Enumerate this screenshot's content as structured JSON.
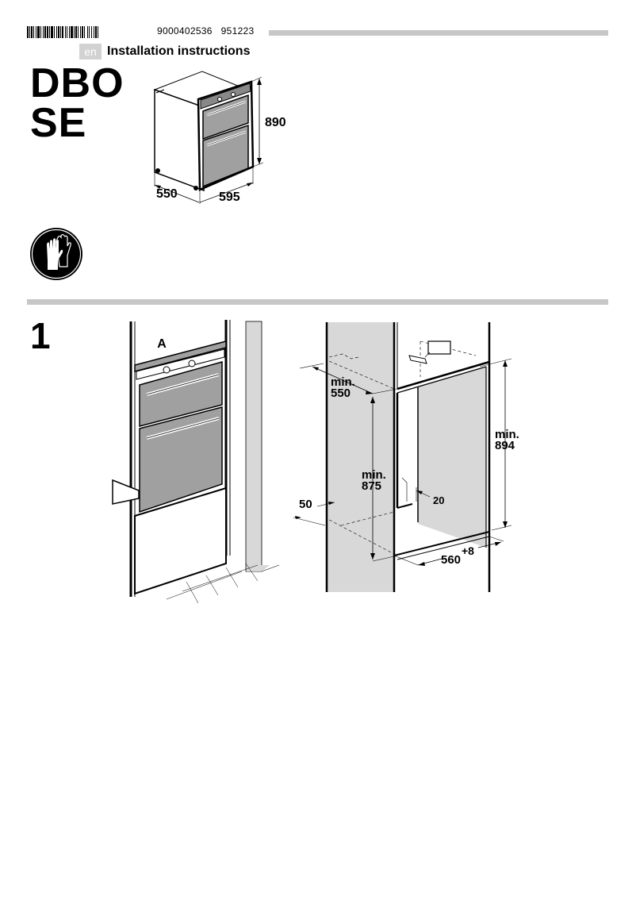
{
  "header": {
    "barcode_label": "barcode",
    "document_number": "9000402536",
    "date_code": "951223",
    "language_badge": "en",
    "title": "Installation instructions"
  },
  "product": {
    "model_line1": "DBO",
    "model_line2": "SE"
  },
  "appliance_dimensions": {
    "height": "890",
    "depth": "550",
    "width": "595"
  },
  "safety": {
    "icon": "protective-gloves-icon"
  },
  "step1": {
    "number": "1",
    "niche_dimensions": {
      "depth_label": "min.",
      "depth_value": "550",
      "height_label": "min.",
      "height_value": "875",
      "total_height_label": "min.",
      "total_height_value": "894",
      "vent_gap": "50",
      "side_gap": "20",
      "width_value": "560",
      "width_tolerance": "+8",
      "bracket_label": "A"
    }
  },
  "colors": {
    "divider": "#c7c7c7",
    "panel_gray": "#a0a0a0",
    "wall_gray": "#d8d8d8"
  }
}
